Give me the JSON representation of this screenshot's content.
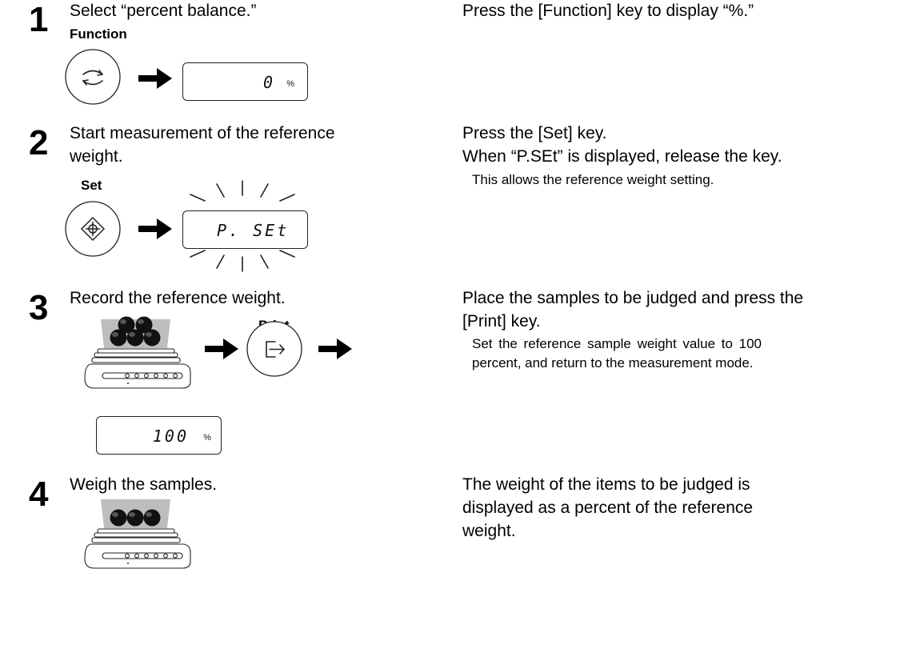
{
  "steps": [
    {
      "number": "1",
      "title": "Select “percent balance.”",
      "key_label": "Function",
      "key_icon": "cycle-arrows-icon",
      "display_value": "0",
      "display_unit": "%",
      "description": "Press the [Function] key to display “%.”"
    },
    {
      "number": "2",
      "title_lines": [
        "Start measurement of the reference",
        "weight."
      ],
      "key_label": "Set",
      "key_icon": "diamond-crosshair-icon",
      "display_value": "P. SEt",
      "display_flashing": true,
      "description_lines": [
        "Press the [Set] key.",
        "When “P.SEt” is displayed, release the key."
      ],
      "note": "This allows the reference weight setting."
    },
    {
      "number": "3",
      "title": "Record the reference weight.",
      "scale_icon": "balance-with-five-samples-icon",
      "key_label": "Print",
      "key_icon": "print-output-icon",
      "display_value": "100",
      "display_unit": "%",
      "description_lines": [
        "Place the samples to be judged and press the",
        "[Print] key."
      ],
      "note_lines": [
        "Set the reference sample weight value to 100",
        "percent, and return to the measurement mode."
      ]
    },
    {
      "number": "4",
      "title": "Weigh the samples.",
      "scale_icon": "balance-with-three-samples-icon",
      "description_lines": [
        "The weight of the items to be judged is",
        "displayed as a percent of the reference",
        "weight."
      ]
    }
  ]
}
